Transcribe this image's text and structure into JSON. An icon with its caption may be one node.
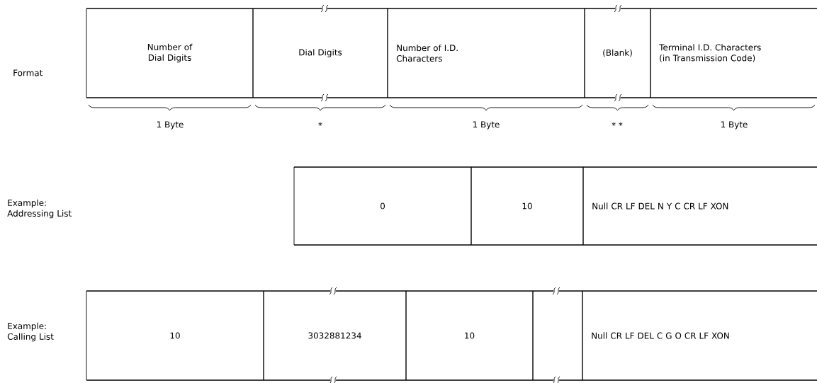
{
  "diagram": {
    "nodes": [
      {
        "text": [
          "Number of Dial Digits"
        ]
      },
      {
        "text": [
          "Dial Digits"
        ]
      },
      {
        "text": [
          "Number of I.D. Characters"
        ]
      },
      {
        "text": [
          "(Blank)"
        ]
      },
      {
        "text": [
          "Terminal I.D. Characters (in Transmission Code)"
        ]
      },
      {
        "text": [
          "0"
        ]
      },
      {
        "text": [
          "10"
        ]
      },
      {
        "text": [
          "Null CR LF DEL N Y C CR LF XON"
        ]
      },
      {
        "text": [
          "10"
        ]
      },
      {
        "text": [
          "3032881234"
        ]
      },
      {
        "text": [
          "10"
        ]
      },
      {
        "text": [],
        "shape": "box"
      },
      {
        "text": [
          "Null CR LF DEL C G O CR LF XON"
        ]
      }
    ],
    "labels": [
      "Format",
      "1 Byte",
      "*",
      "1 Byte",
      "* *",
      "1 Byte",
      "Example: Addressing List",
      "Example: Calling List"
    ]
  }
}
